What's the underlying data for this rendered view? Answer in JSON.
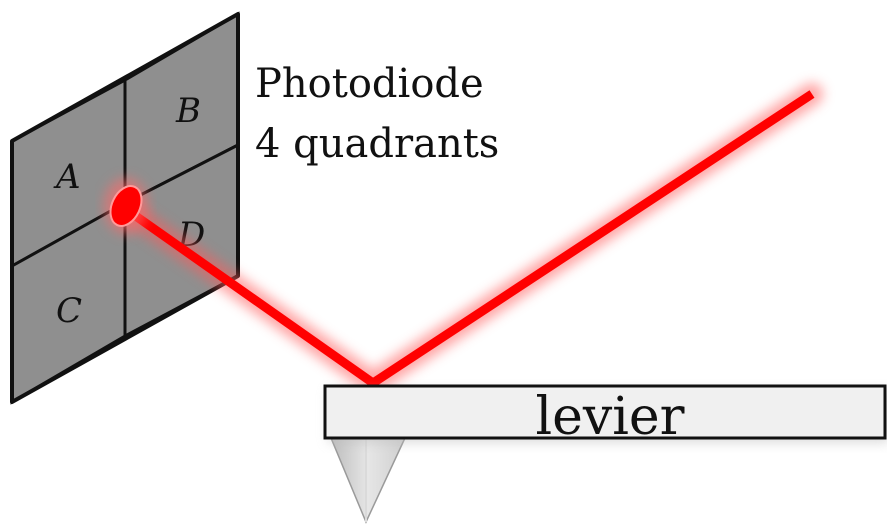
{
  "photodiode": {
    "label_line1": "Photodiode",
    "label_line2": "4 quadrants",
    "quadrants": {
      "a": "A",
      "b": "B",
      "c": "C",
      "d": "D"
    }
  },
  "lever": {
    "label": "levier"
  },
  "colors": {
    "laser": "#ff0000",
    "laser_glow": "#ff6b6b",
    "quadrant_fill": "#8f8f8f",
    "outline": "#111111",
    "lever_fill": "#f0f0f0",
    "tip_fill": "#c8c8c8"
  }
}
